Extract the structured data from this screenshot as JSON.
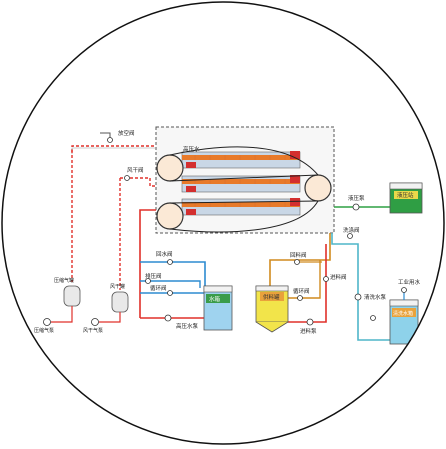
{
  "labels": {
    "vent_valve": "放空阀",
    "high_pressure_water_in": "高压水",
    "fan_valve_top": "风干阀",
    "hydraulic_pump": "液压泵",
    "hydraulic_station": "液压站",
    "wash_valve": "洗涤阀",
    "return_water_valve": "回水阀",
    "drain_valve": "排压阀",
    "circulation_valve_left": "循环阀",
    "high_pressure_water_pump": "高压水泵",
    "water_tank": "水箱",
    "return_material_valve": "回料阀",
    "circulation_valve_mid": "循环阀",
    "feed_valve": "进料阀",
    "feed_tank": "供料罐",
    "feed_pump": "进料泵",
    "cleaning_pump": "清洗水泵",
    "industrial_water": "工业用水",
    "cleaning_tank": "清洗水箱",
    "compressed_air_tank": "压缩气罐",
    "compressed_air_pump": "压缩气泵",
    "fan_dry_tank": "风干罐",
    "fan_dry_pump": "风干气泵"
  },
  "colors": {
    "hot_pipe": "#e0302a",
    "water_pipe": "#2d8bd0",
    "wash_pipe": "#4fb6c9",
    "hydraulic_pipe": "#2ea043",
    "feed_pipe": "#d08a1e",
    "hydraulic_station": "#2f9e44",
    "water_tank": "#9fd3ef",
    "feed_tank": "#f2e44a",
    "cleaning_tank": "#8ed2ea"
  }
}
